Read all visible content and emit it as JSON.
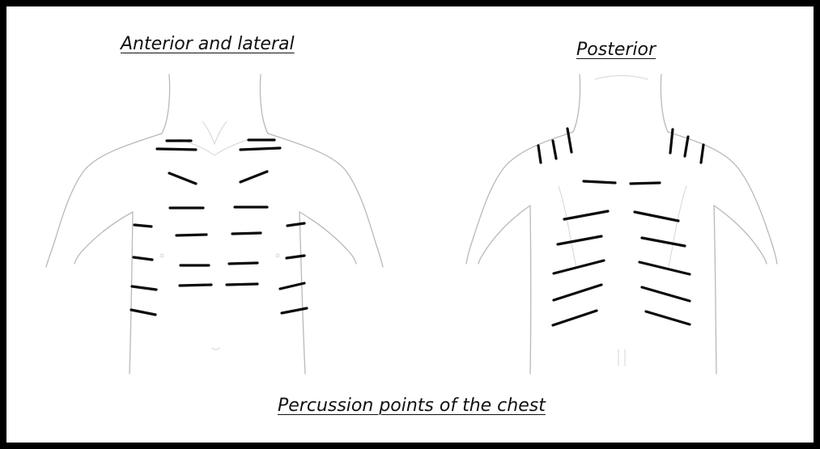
{
  "labels": {
    "anterior_title": "Anterior and lateral",
    "posterior_title": "Posterior",
    "caption": "Percussion points of the chest"
  },
  "colors": {
    "border": "#000000",
    "marks": "#0a0a0a",
    "sketch": "#b9b9b9",
    "background": "#ffffff"
  }
}
